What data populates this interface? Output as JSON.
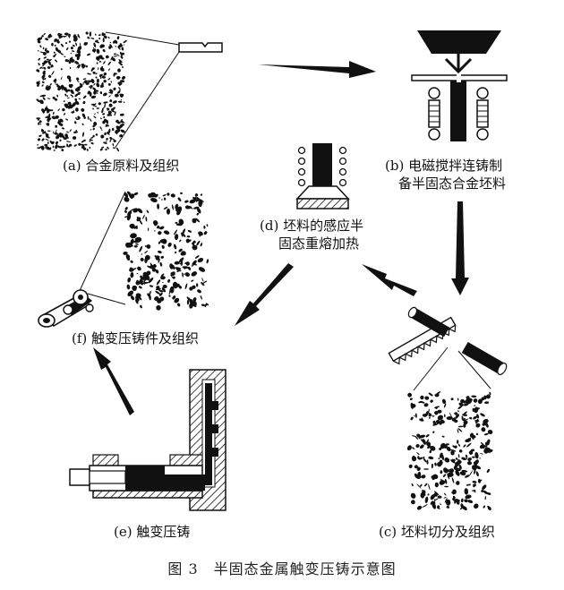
{
  "labels": {
    "a": "(a) 合金原料及组织",
    "b_line1": "(b) 电磁搅拌连铸制",
    "b_line2": "备半固态合金坯料",
    "d_line1": "(d) 坯料的感应半",
    "d_line2": "固态重熔加热",
    "f": "(f) 触变压铸件及组织",
    "e": "(e) 触变压铸",
    "c": "(c) 坯料切分及组织"
  },
  "caption": "图 3　半固态金属触变压铸示意图",
  "colors": {
    "ink": "#111111",
    "paper": "#ffffff"
  }
}
